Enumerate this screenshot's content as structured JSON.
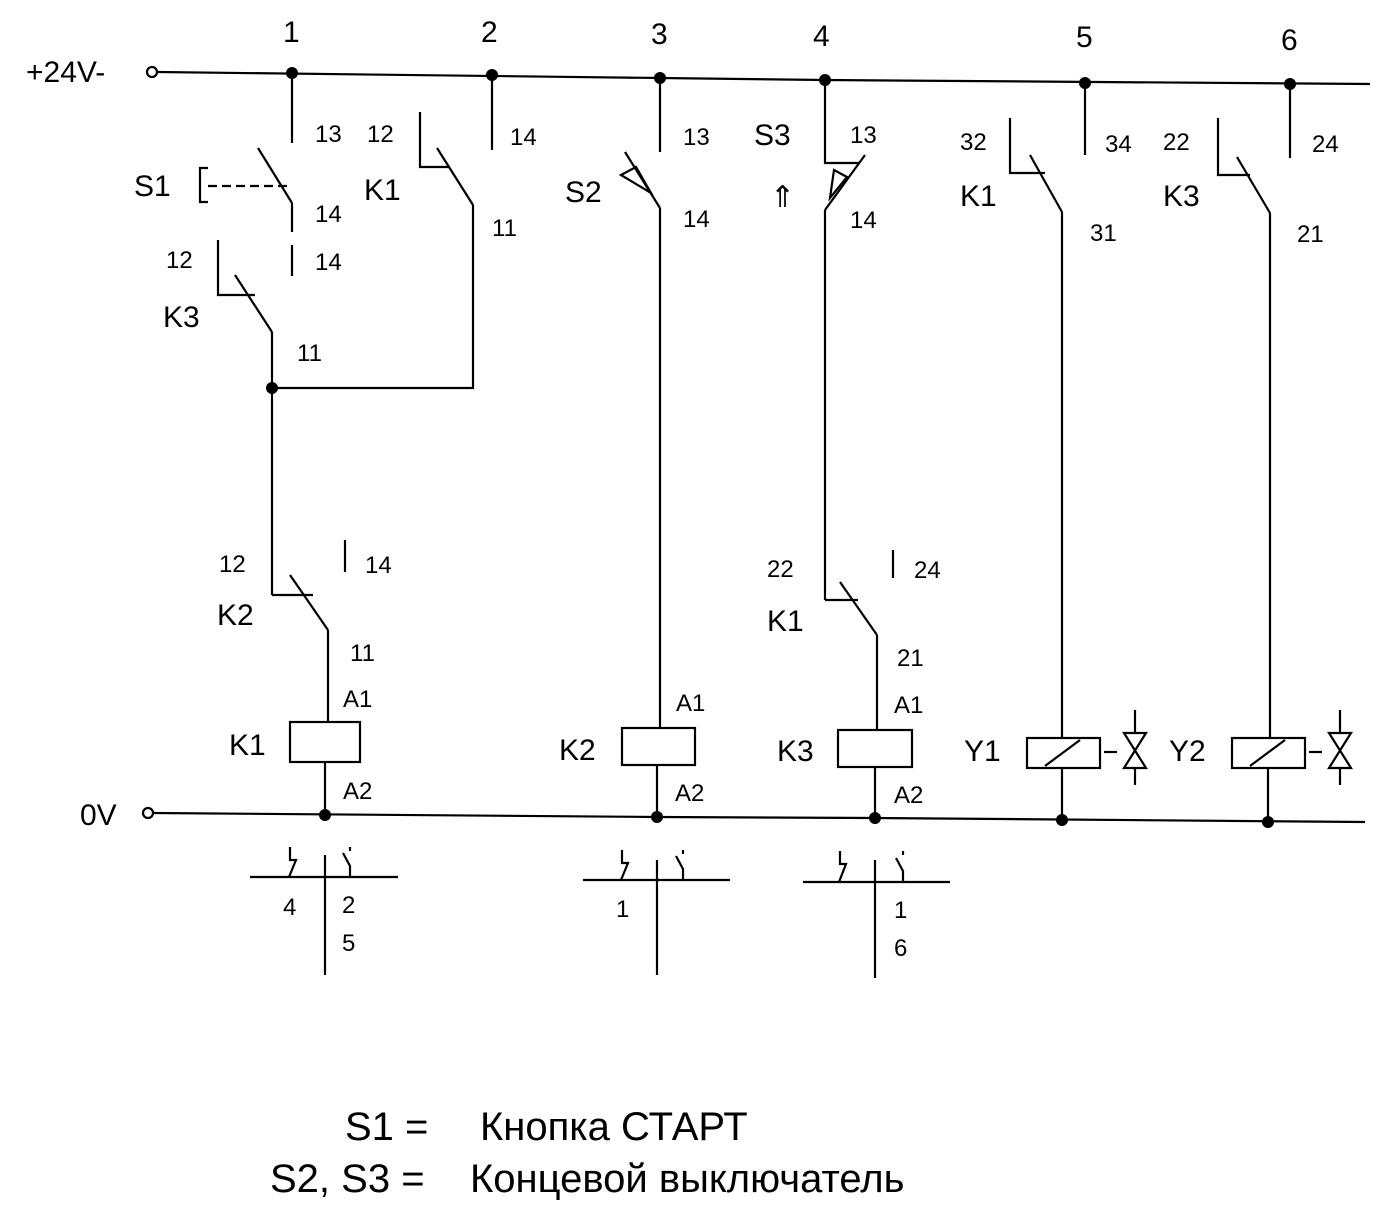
{
  "supply": {
    "positive": "+24V-",
    "negative": "0V"
  },
  "columns": [
    "1",
    "2",
    "3",
    "4",
    "5",
    "6"
  ],
  "col1": {
    "s1_name": "S1",
    "s1_t13": "13",
    "s1_t14": "14",
    "k3_t14": "14",
    "k3_t12": "12",
    "k3_name": "K3",
    "k3_t11": "11",
    "k2_t12": "12",
    "k2_name": "K2",
    "k2_t14": "14",
    "k2_t11": "11",
    "coil_a1": "A1",
    "coil_name": "K1",
    "coil_a2": "A2"
  },
  "col2": {
    "k1_t12": "12",
    "k1_name": "K1",
    "k1_t11": "11",
    "t14": "14"
  },
  "col3": {
    "t13": "13",
    "s2_name": "S2",
    "t14": "14",
    "coil_a1": "A1",
    "coil_name": "K2",
    "coil_a2": "A2"
  },
  "col4": {
    "s3_name": "S3",
    "t13": "13",
    "t14": "14",
    "arrow": "⇑",
    "k1_t22": "22",
    "k1_name": "K1",
    "k1_t24": "24",
    "k1_t21": "21",
    "coil_a1": "A1",
    "coil_name": "K3",
    "coil_a2": "A2"
  },
  "col5": {
    "k1_t32": "32",
    "k1_name": "K1",
    "t34": "34",
    "k1_t31": "31",
    "valve_name": "Y1"
  },
  "col6": {
    "k3_t22": "22",
    "k3_name": "K3",
    "t24": "24",
    "k3_t21": "21",
    "valve_name": "Y2"
  },
  "cross_ref": {
    "k1": {
      "nc": [
        "4"
      ],
      "no": [
        "2",
        "5"
      ]
    },
    "k2": {
      "nc": [
        "1"
      ],
      "no": []
    },
    "k3": {
      "nc": [],
      "no": [
        "1",
        "6"
      ]
    }
  },
  "legend": [
    {
      "key": "S1 =",
      "value": "Кнопка СТАРТ"
    },
    {
      "key": "S2, S3 =",
      "value": "Концевой выключатель"
    }
  ]
}
